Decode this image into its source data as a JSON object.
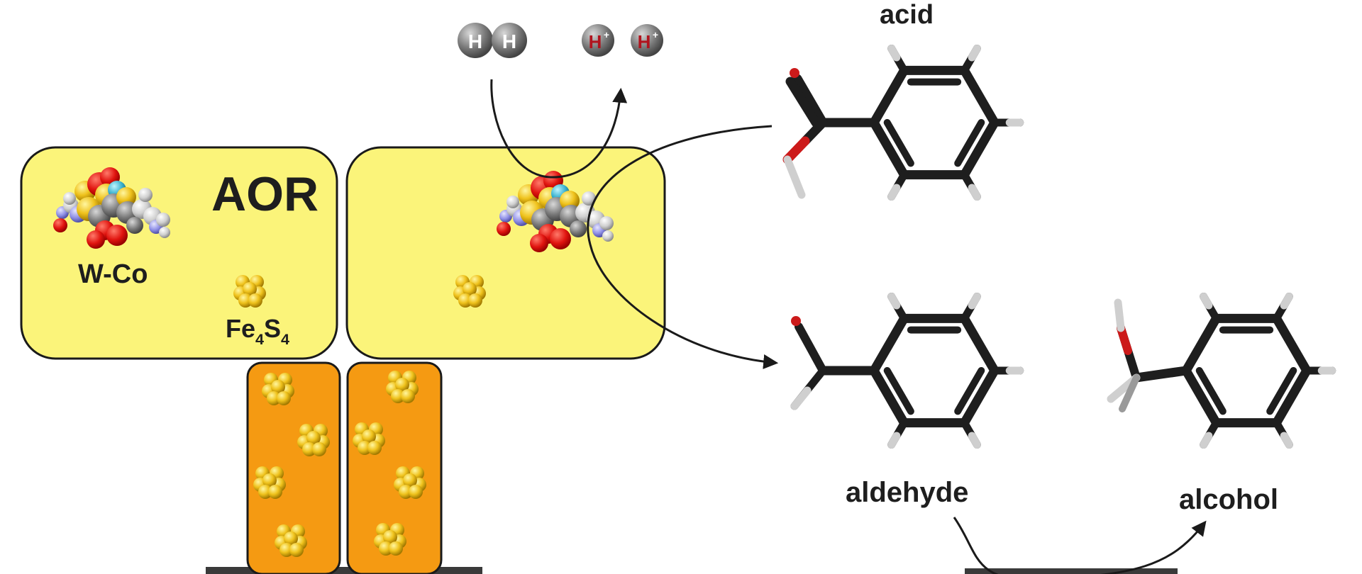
{
  "labels": {
    "enzyme": "AOR",
    "cofactor": "W-Co",
    "cluster": {
      "element1": "Fe",
      "count1": "4",
      "element2": "S",
      "count2": "4"
    },
    "acid": "acid",
    "aldehyde": "aldehyde",
    "alcohol": "alcohol"
  },
  "atoms": {
    "hydrogen_symbol": "H",
    "proton_symbol": "H",
    "charge": "+"
  },
  "colors": {
    "enzyme_domain": "#fbf47a",
    "electron_domain": "#f59a12",
    "outline": "#1a1a1a",
    "carbon": "#1e1e1e",
    "oxygen": "#cc1a1a",
    "hydrogen": "#cfcfcf",
    "sulfur": "#e6b42a",
    "iron_sulfur": "#f5d21e",
    "proton_text": "#b0141e"
  }
}
